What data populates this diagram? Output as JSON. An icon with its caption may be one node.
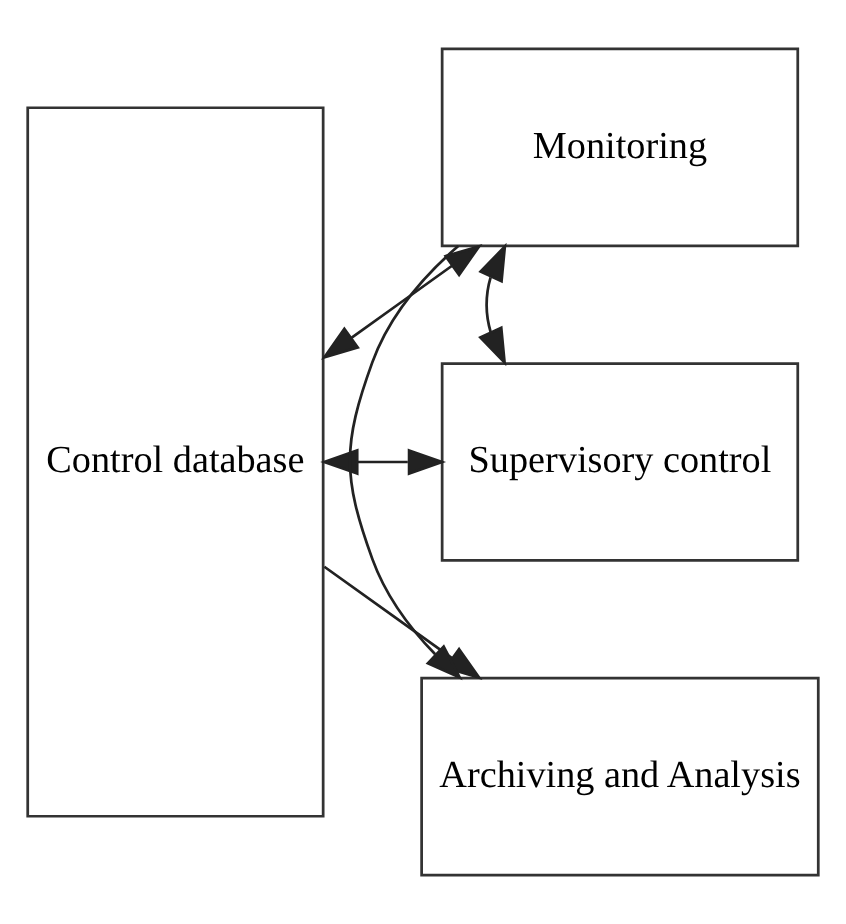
{
  "diagram": {
    "nodes": [
      {
        "text": [
          "Control database"
        ]
      },
      {
        "text": [
          "Monitoring"
        ]
      },
      {
        "text": [
          "Supervisory control"
        ]
      },
      {
        "text": [
          "Archiving and Analysis"
        ]
      }
    ],
    "edges": [
      {
        "from": 0,
        "to": 1,
        "arrow": "both"
      },
      {
        "from": 1,
        "to": 2,
        "arrow": "both"
      },
      {
        "from": 0,
        "to": 2,
        "arrow": "both"
      },
      {
        "from": 0,
        "to": 3,
        "arrow": "to"
      },
      {
        "from": 1,
        "to": 3,
        "arrow": "to"
      }
    ]
  }
}
